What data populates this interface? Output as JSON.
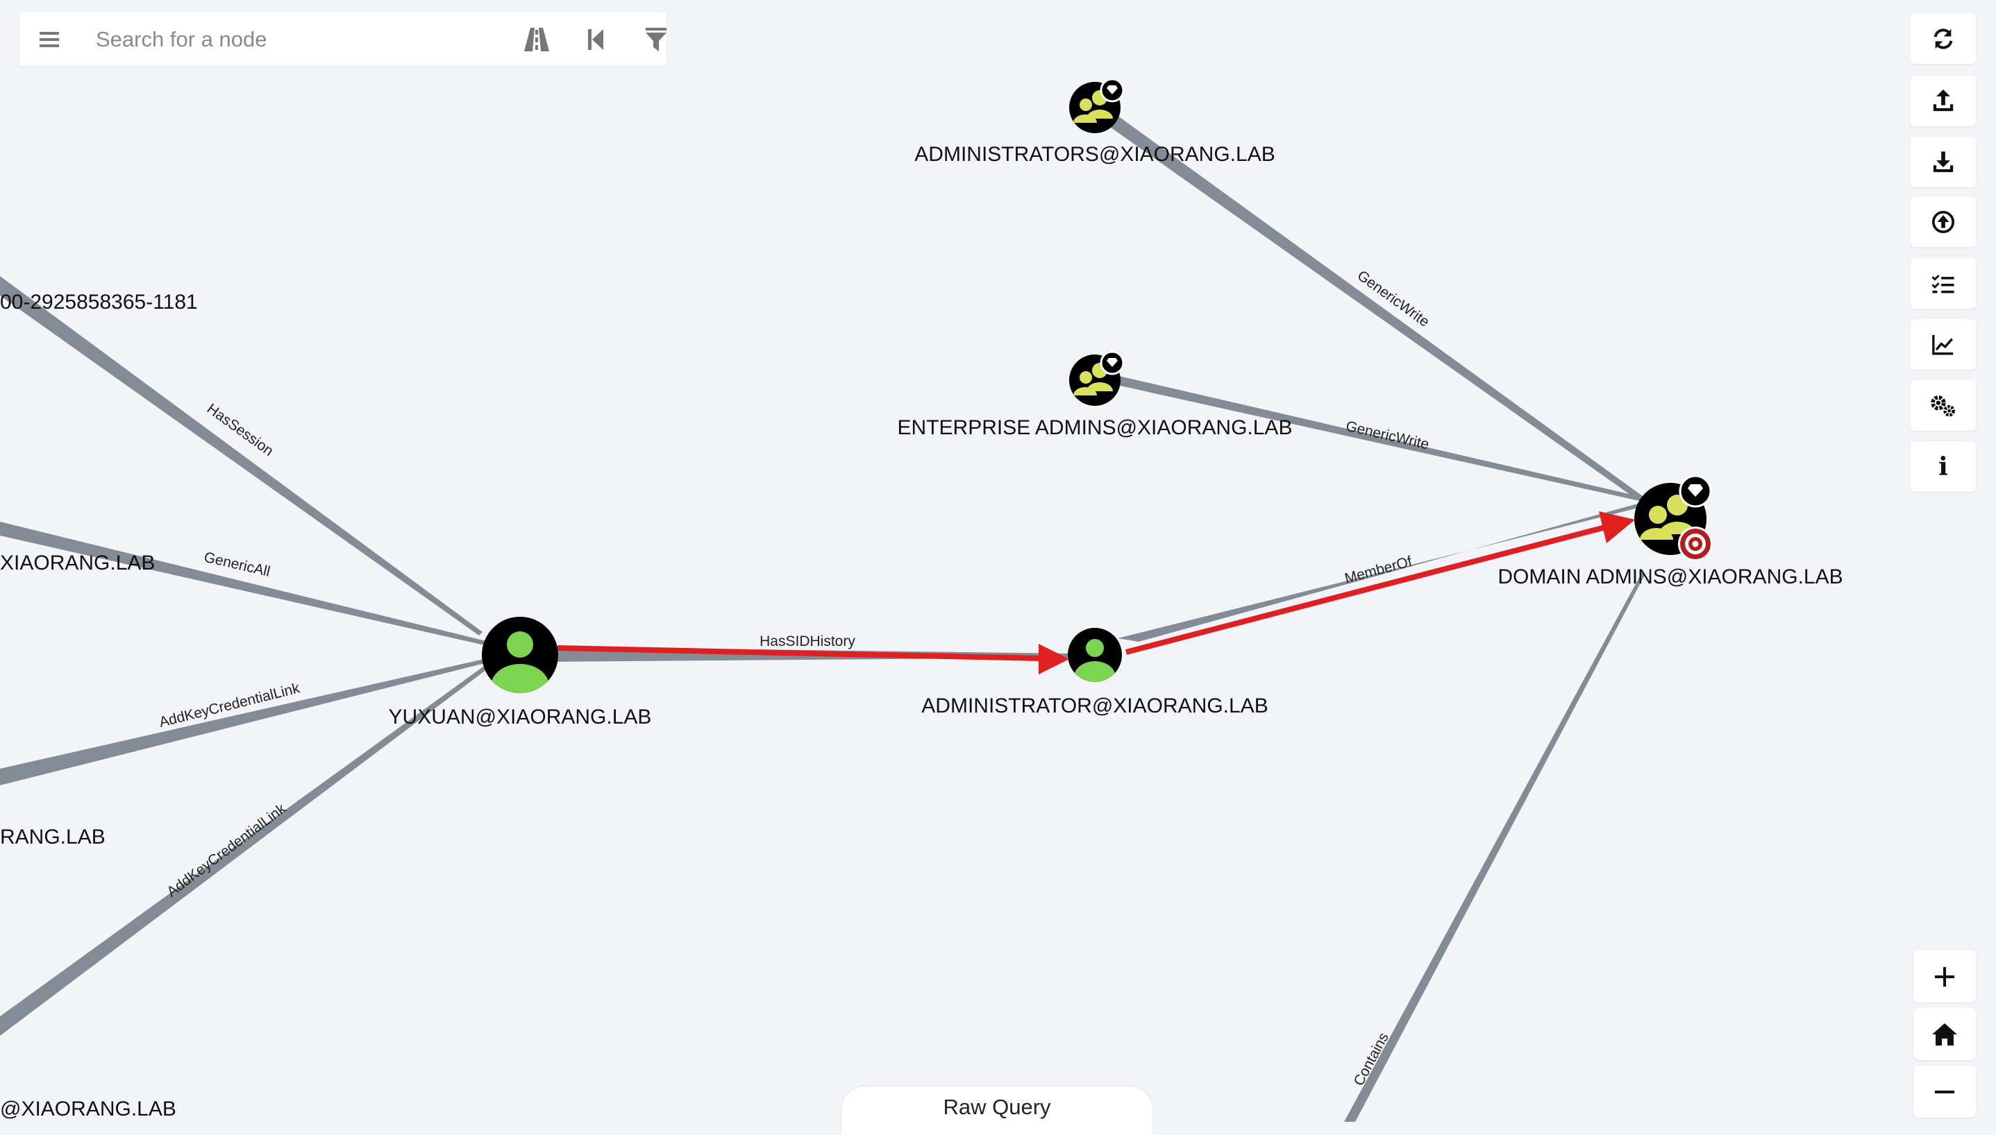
{
  "search": {
    "placeholder": "Search for a node"
  },
  "search_tools": [
    "pathfinding-icon",
    "back-icon",
    "filter-icon"
  ],
  "toolbar": [
    "refresh-icon",
    "upload-icon",
    "download-icon",
    "import-icon",
    "queries-icon",
    "chart-icon",
    "settings-icon",
    "info-icon"
  ],
  "zoom": [
    "zoom-in-icon",
    "home-icon",
    "zoom-out-icon"
  ],
  "raw_query": {
    "label": "Raw Query"
  },
  "nodes": {
    "administrators": {
      "label": "ADMINISTRATORS@XIAORANG.LAB",
      "type": "group",
      "tag": "high-value"
    },
    "enterprise_admins": {
      "label": "ENTERPRISE ADMINS@XIAORANG.LAB",
      "type": "group",
      "tag": "high-value"
    },
    "domain_admins": {
      "label": "DOMAIN ADMINS@XIAORANG.LAB",
      "type": "group",
      "tag": "high-value-target"
    },
    "administrator": {
      "label": "ADMINISTRATOR@XIAORANG.LAB",
      "type": "user"
    },
    "yuxuan": {
      "label": "YUXUAN@XIAORANG.LAB",
      "type": "user"
    },
    "offscreen_1": {
      "label": "00-2925858365-1181"
    },
    "offscreen_2": {
      "label": "XIAORANG.LAB"
    },
    "offscreen_3": {
      "label": "RANG.LAB"
    },
    "offscreen_4": {
      "label": "@XIAORANG.LAB"
    }
  },
  "edges": {
    "e1": {
      "label": "GenericWrite",
      "from": "ADMINISTRATORS@XIAORANG.LAB",
      "to": "DOMAIN ADMINS@XIAORANG.LAB"
    },
    "e2": {
      "label": "GenericWrite",
      "from": "ENTERPRISE ADMINS@XIAORANG.LAB",
      "to": "DOMAIN ADMINS@XIAORANG.LAB"
    },
    "e3": {
      "label": "MemberOf",
      "from": "ADMINISTRATOR@XIAORANG.LAB",
      "to": "DOMAIN ADMINS@XIAORANG.LAB",
      "highlighted": true
    },
    "e4": {
      "label": "HasSIDHistory",
      "from": "YUXUAN@XIAORANG.LAB",
      "to": "ADMINISTRATOR@XIAORANG.LAB",
      "highlighted": true
    },
    "e5": {
      "label": "HasSession",
      "from": "00-2925858365-1181",
      "to": "YUXUAN@XIAORANG.LAB"
    },
    "e6": {
      "label": "GenericAll",
      "from": "XIAORANG.LAB",
      "to": "YUXUAN@XIAORANG.LAB"
    },
    "e7": {
      "label": "AddKeyCredentialLink",
      "from": "YUXUAN@XIAORANG.LAB",
      "to": "RANG.LAB"
    },
    "e8": {
      "label": "AddKeyCredentialLink",
      "from": "YUXUAN@XIAORANG.LAB",
      "to": "@XIAORANG.LAB"
    },
    "e9": {
      "label": "Contains",
      "from": "DOMAIN ADMINS@XIAORANG.LAB"
    }
  },
  "colors": {
    "background": "#f3f4f8",
    "edge": "#838c96",
    "highlight_edge": "#e02020",
    "user_node": "#7bd551",
    "group_node": "#dbe05a",
    "target_badge": "#b71c1c"
  }
}
